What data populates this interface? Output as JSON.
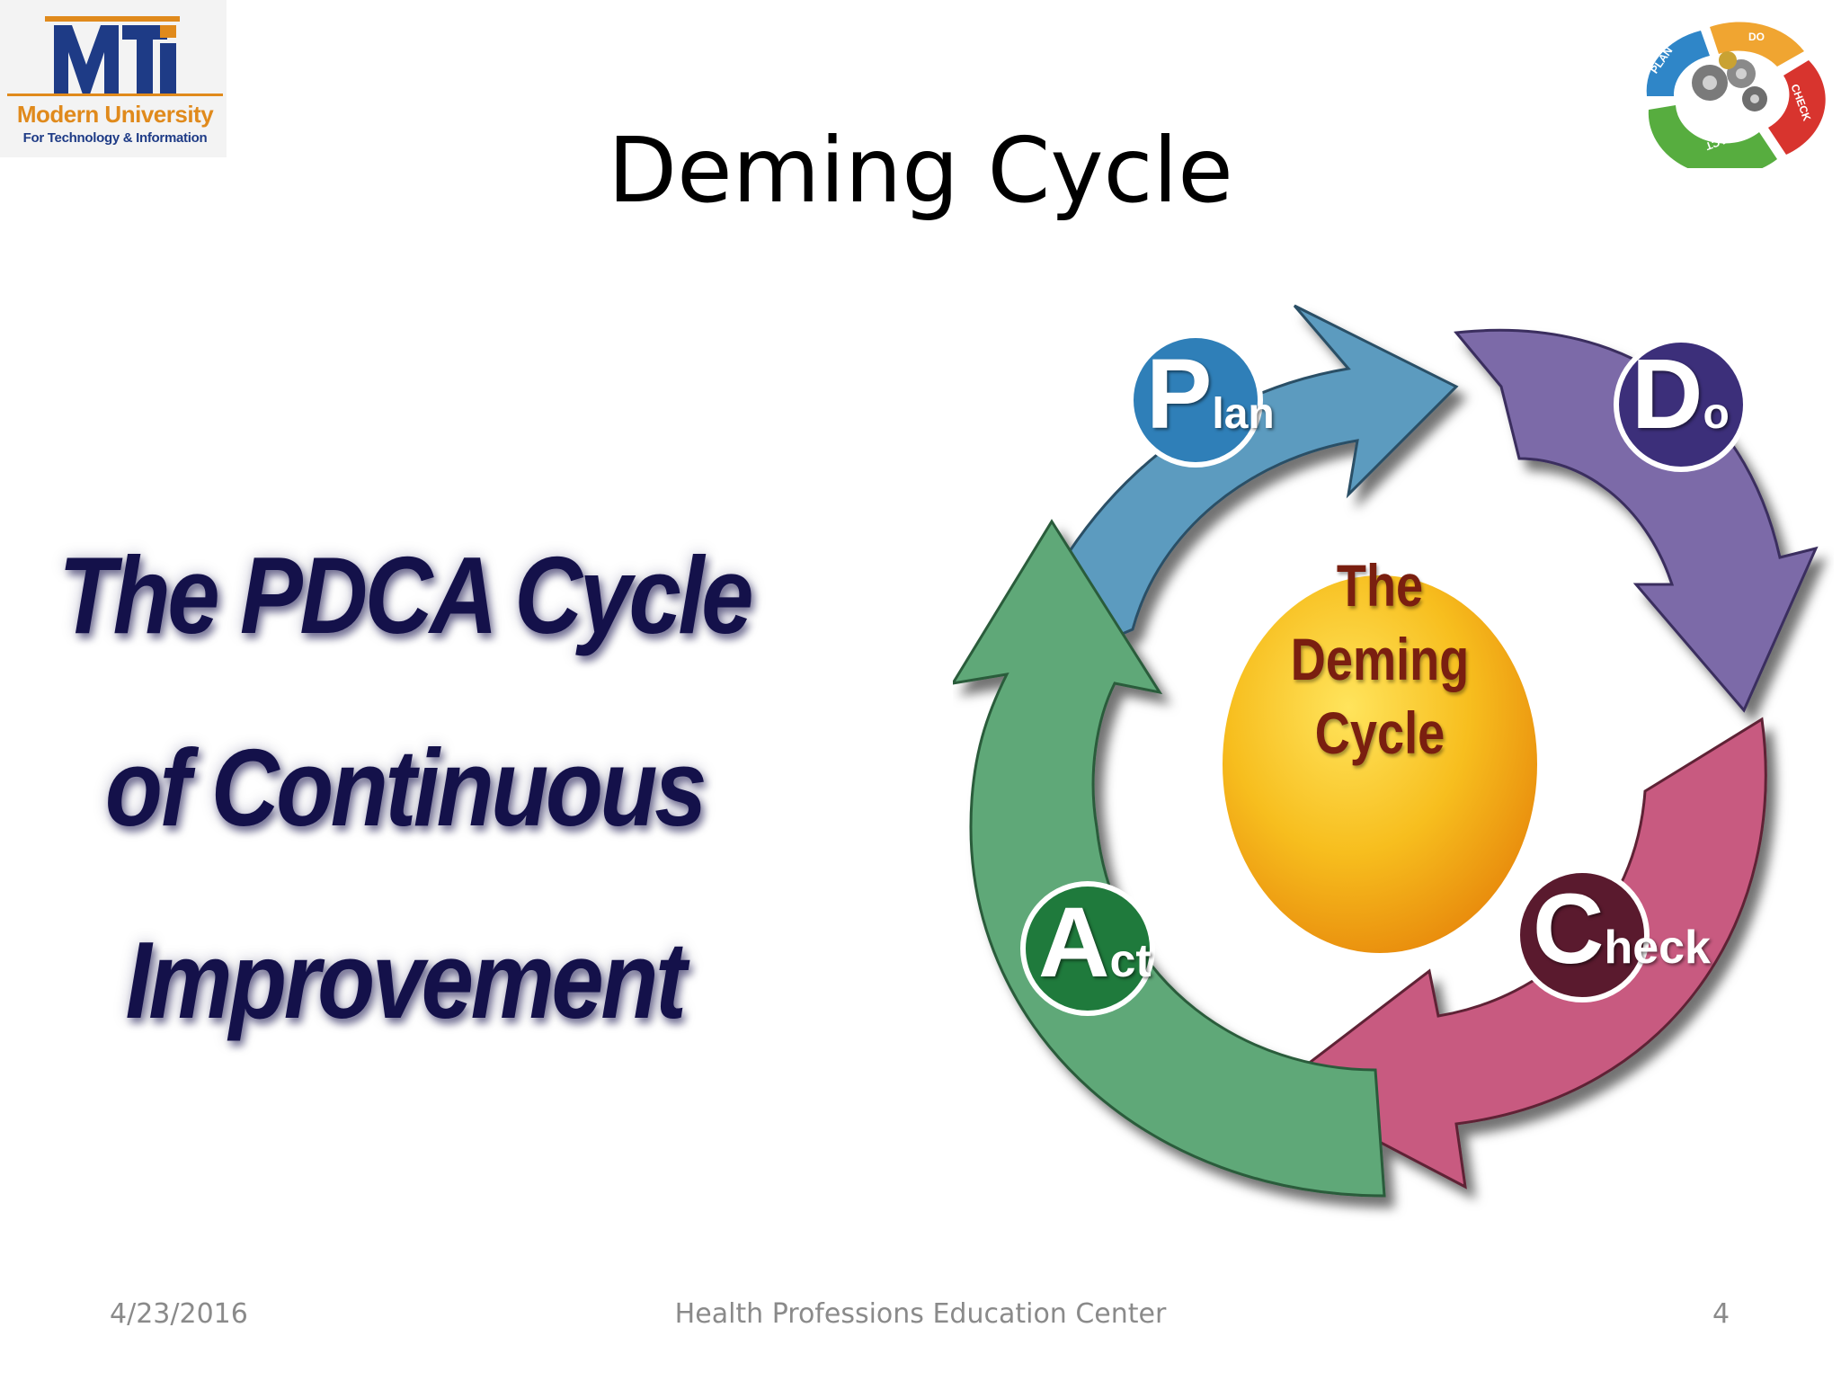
{
  "slide": {
    "title": "Deming Cycle",
    "logo": {
      "letters": "MTi",
      "line1": "Modern University",
      "line2": "For Technology & Information"
    },
    "corner_icon": {
      "labels": [
        "PLAN",
        "DO",
        "CHECK",
        "ACT"
      ]
    },
    "left_text": {
      "line1": "The PDCA Cycle",
      "line2": "of Continuous",
      "line3": "Improvement"
    },
    "diagram": {
      "center_line1": "The",
      "center_line2": "Deming",
      "center_line3": "Cycle",
      "plan": {
        "big": "P",
        "small": "lan"
      },
      "do": {
        "big": "D",
        "small": "o"
      },
      "check": {
        "big": "C",
        "small": "heck"
      },
      "act": {
        "big": "A",
        "small": "ct"
      }
    },
    "footer": {
      "date": "4/23/2016",
      "center": "Health Professions Education Center",
      "page": "4"
    }
  },
  "colors": {
    "plan": "#5c9bbf",
    "do": "#7b6aa8",
    "check": "#c85a80",
    "act": "#5ea878",
    "center": "#f3b418",
    "text_dark": "#14114a",
    "logo_blue": "#1e3b86",
    "logo_orange": "#e08a1c"
  }
}
